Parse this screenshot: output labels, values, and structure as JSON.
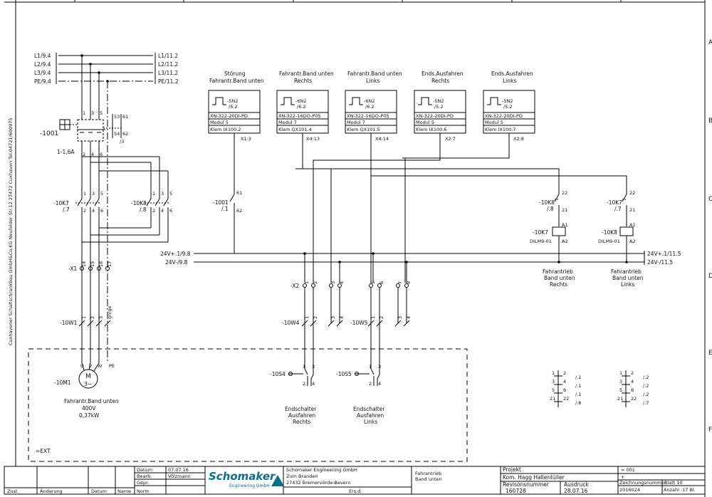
{
  "frame": {
    "row_letters": [
      "A",
      "B",
      "C",
      "D",
      "E",
      "F"
    ],
    "left_margin_text": "Cuxhavener Schaltschrankbau GmbH&Co.KG Neufelder Str.12 27472 Cuxhaven Tel.04721/600975",
    "left_margin_label": "Cuxhavener Schaltschrankbau GmbH&Co.KG Neufelder Str.12 27472 Cuxhaven Tel.04721/600975"
  },
  "power": {
    "left_refs": [
      "L1/9.4",
      "L2/9.4",
      "L3/9.4",
      "PE/9.4"
    ],
    "right_refs": [
      "L1/11.2",
      "L2/11.2",
      "L3/11.2",
      "PE/11.2"
    ]
  },
  "breaker": {
    "ref": "-1001",
    "rating": "1-1,6A",
    "terms_top": [
      "1",
      "3",
      "5"
    ],
    "terms_bot": [
      "2",
      "4",
      "6"
    ],
    "aux_top": "53",
    "aux_top2": "61",
    "aux_bot": "54",
    "aux_bot2": "62",
    "aux_ref": "/3"
  },
  "contactors": [
    {
      "ref": "-10K7",
      "sub": "/.7",
      "top": [
        "1",
        "3",
        "5"
      ],
      "bot": [
        "2",
        "4",
        "6"
      ]
    },
    {
      "ref": "-10K8",
      "sub": "/.8",
      "top": [
        "1",
        "3",
        "5"
      ],
      "bot": [
        "2",
        "4",
        "6"
      ]
    }
  ],
  "breaker_contact": {
    "ref": "-1001",
    "sub": "/.1",
    "top": "61",
    "bot": "62"
  },
  "terminal_x1": {
    "ref": "-X1",
    "nums": [
      "14",
      "15",
      "16",
      "17"
    ]
  },
  "cable_w1": {
    "ref": "-10W1",
    "cores": [
      "1",
      "2",
      "3",
      "gn/ge"
    ]
  },
  "motor": {
    "ref": "-10M1",
    "symbol": "M",
    "phase": "3~",
    "terms": [
      "U",
      "V",
      "W",
      "PE"
    ],
    "name": "Fahrantr.Band unten",
    "voltage": "400V",
    "power": "0,37kW"
  },
  "ext_label": "=EXT",
  "modules": [
    {
      "header": "Störung Fahrantr.Band unten",
      "ref": "-5N2",
      "sub": "/5.2",
      "part": "XN-322-20DI-PD",
      "modul": "Modul 5",
      "klem": "Klem IX100.2",
      "xref": "X1:3"
    },
    {
      "header": "Fahrantr.Band unten Rechts",
      "ref": "-6N2",
      "sub": "/6.2",
      "part": "XN-322-16DO-P05",
      "modul": "Modul 7",
      "klem": "Klem QX101.4",
      "xref": "X4:13"
    },
    {
      "header": "Fahrantr.Band unten Links",
      "ref": "-6N2",
      "sub": "/6.2",
      "part": "XN-322-16DO-P05",
      "modul": "Modul 7",
      "klem": "Klem QX101.5",
      "xref": "X4:14"
    },
    {
      "header": "Ends.Ausfahren Rechts",
      "ref": "-5N2",
      "sub": "/5.2",
      "part": "XN-322-20DI-PD",
      "modul": "Modul 5",
      "klem": "Klem IX100.6",
      "xref": "X2:7"
    },
    {
      "header": "Ends.Ausfahren Links",
      "ref": "-5N2",
      "sub": "/5.2",
      "part": "XN-322-20DI-PD",
      "modul": "Modul 5",
      "klem": "Klem IX100.7",
      "xref": "X2:8"
    }
  ],
  "supply": {
    "left_p": "24V+.1/9.8",
    "left_m": "24V-/9.8",
    "right_p": "24V+.1/11.5",
    "right_m": "24V-/11.5"
  },
  "terminal_x2": {
    "ref": "-X2",
    "nums": [
      "1",
      "2",
      "3",
      "4",
      "5",
      "6",
      "7",
      "8"
    ]
  },
  "cable_w4": {
    "ref": "-10W4",
    "cores": [
      "1",
      "2",
      "3",
      "4"
    ]
  },
  "cable_w5": {
    "ref": "-10W5",
    "cores": [
      "1",
      "2",
      "3",
      "4"
    ]
  },
  "switches": [
    {
      "ref": "-10S4",
      "t": [
        "1",
        "3",
        "2",
        "4"
      ],
      "name1": "Endschalter",
      "name2": "Ausfahren",
      "name3": "Rechts"
    },
    {
      "ref": "-10S5",
      "t": [
        "1",
        "3",
        "2",
        "4"
      ],
      "name1": "Endschalter",
      "name2": "Ausfahren",
      "name3": "Links"
    }
  ],
  "coil_contacts": [
    {
      "ref": "-10K8",
      "sub": "/.8",
      "top": "22",
      "bot": "21"
    },
    {
      "ref": "-10K7",
      "sub": "/.7",
      "top": "22",
      "bot": "21"
    }
  ],
  "coils": [
    {
      "ref": "-10K7",
      "type": "DILM9-01",
      "a1": "A1",
      "a2": "A2",
      "name1": "Fahrantrieb",
      "name2": "Band unten",
      "name3": "Rechts"
    },
    {
      "ref": "-10K8",
      "type": "DILM9-01",
      "a1": "A1",
      "a2": "A2",
      "name1": "Fahrantrieb",
      "name2": "Band unten",
      "name3": "Links"
    }
  ],
  "xref_lists": [
    {
      "rows": [
        [
          "1",
          "2",
          "/.1"
        ],
        [
          "3",
          "4",
          "/.1"
        ],
        [
          "5",
          "6",
          "/.1"
        ],
        [
          "21",
          "22",
          "/.8"
        ]
      ]
    },
    {
      "rows": [
        [
          "1",
          "2",
          "/.2"
        ],
        [
          "3",
          "4",
          "/.2"
        ],
        [
          "5",
          "6",
          "/.2"
        ],
        [
          "21",
          "22",
          "/.7"
        ]
      ]
    }
  ],
  "title_block": {
    "col_labels": [
      "Zust.",
      "Änderung",
      "Datum",
      "Name",
      "Norm"
    ],
    "rows": [
      {
        "label": "Datum",
        "value": "07.07.16"
      },
      {
        "label": "Bearb.",
        "value": "Völzmann"
      },
      {
        "label": "Gepr.",
        "value": ""
      },
      {
        "label": "Norm",
        "value": ""
      }
    ],
    "logo_main": "Schomaker",
    "logo_sub": "Engineering GmbH",
    "company1": "Schomaker Engineering GmbH",
    "company2": "Zum Branden",
    "company3": "27432 Bremervörde-Bevern",
    "ers": "Ers.d.",
    "desc1": "Fahrantrieb",
    "desc2": "Band unten",
    "projekt_label": "Projekt",
    "projekt_value": "Kom. Hagg Hallentüller",
    "rev_label": "Revisonsnummer",
    "rev_value": "160728",
    "ausdruck_label": "Ausdruck",
    "ausdruck_value": "28.07.16",
    "eq": "= 001",
    "plus": "+",
    "zeichnung_label": "Zeichnungsnummer",
    "zeichnung_value": "2016024",
    "blatt": "Blatt 10",
    "anzahl": "Anzahl :17 Bl."
  }
}
